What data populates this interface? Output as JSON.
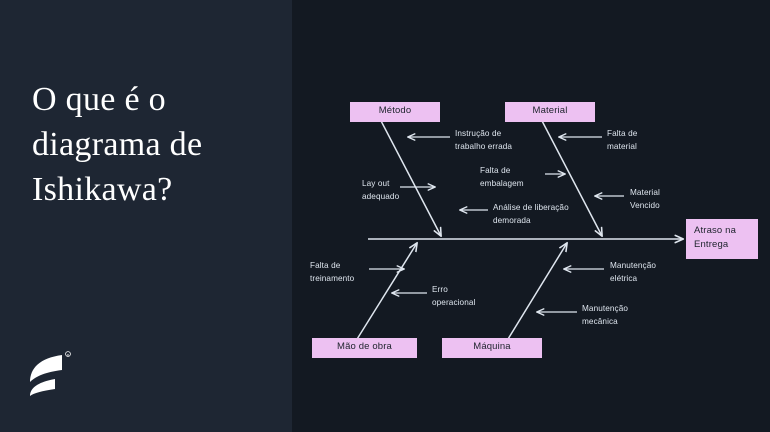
{
  "slide": {
    "title": "O que é o diagrama de Ishikawa?",
    "background_left": "#1e2633",
    "background_right": "#131922",
    "accent_pink": "#edc1f2",
    "line_color": "#dfe6ef",
    "logo_name": "feedz-logo"
  },
  "diagram": {
    "type": "ishikawa-fishbone",
    "effect": {
      "label": "Atraso na\nEntrega"
    },
    "categories": [
      {
        "id": "metodo",
        "label": "Método",
        "position": "top-left",
        "causes": [
          {
            "label": "Instrução de\ntrabalho errada",
            "arrow": "left"
          },
          {
            "label": "Lay out\nadequado",
            "arrow": "right"
          },
          {
            "label": "Análise de liberação\ndemorada",
            "arrow": "left"
          }
        ]
      },
      {
        "id": "material",
        "label": "Material",
        "position": "top-right",
        "causes": [
          {
            "label": "Falta de\nmaterial",
            "arrow": "left"
          },
          {
            "label": "Falta de\nembalagem",
            "arrow": "right"
          },
          {
            "label": "Material\nVencido",
            "arrow": "left"
          }
        ]
      },
      {
        "id": "mao-de-obra",
        "label": "Mão de obra",
        "position": "bottom-left",
        "causes": [
          {
            "label": "Falta de\ntreinamento",
            "arrow": "right"
          },
          {
            "label": "Erro\noperacional",
            "arrow": "left"
          }
        ]
      },
      {
        "id": "maquina",
        "label": "Máquina",
        "position": "bottom-right",
        "causes": [
          {
            "label": "Manutenção\nelétrica",
            "arrow": "left"
          },
          {
            "label": "Manutenção\nmecânica",
            "arrow": "left"
          }
        ]
      }
    ]
  }
}
